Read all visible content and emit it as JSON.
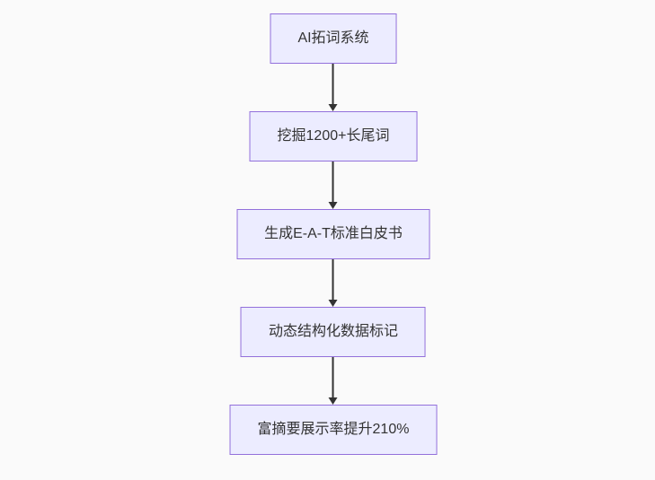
{
  "flowchart": {
    "type": "flowchart",
    "direction": "top-down",
    "nodes": [
      {
        "label": "AI拓词系统"
      },
      {
        "label": "挖掘1200+长尾词"
      },
      {
        "label": "生成E-A-T标准白皮书"
      },
      {
        "label": "动态结构化数据标记"
      },
      {
        "label": "富摘要展示率提升210%"
      }
    ],
    "edges": [
      {
        "from": 0,
        "to": 1
      },
      {
        "from": 1,
        "to": 2
      },
      {
        "from": 2,
        "to": 3
      },
      {
        "from": 3,
        "to": 4
      }
    ],
    "colors": {
      "background": "#FAFAFA",
      "node_fill": "#ECECFF",
      "node_border": "#9370DB",
      "node_text": "#333333",
      "arrow": "#333333"
    }
  }
}
